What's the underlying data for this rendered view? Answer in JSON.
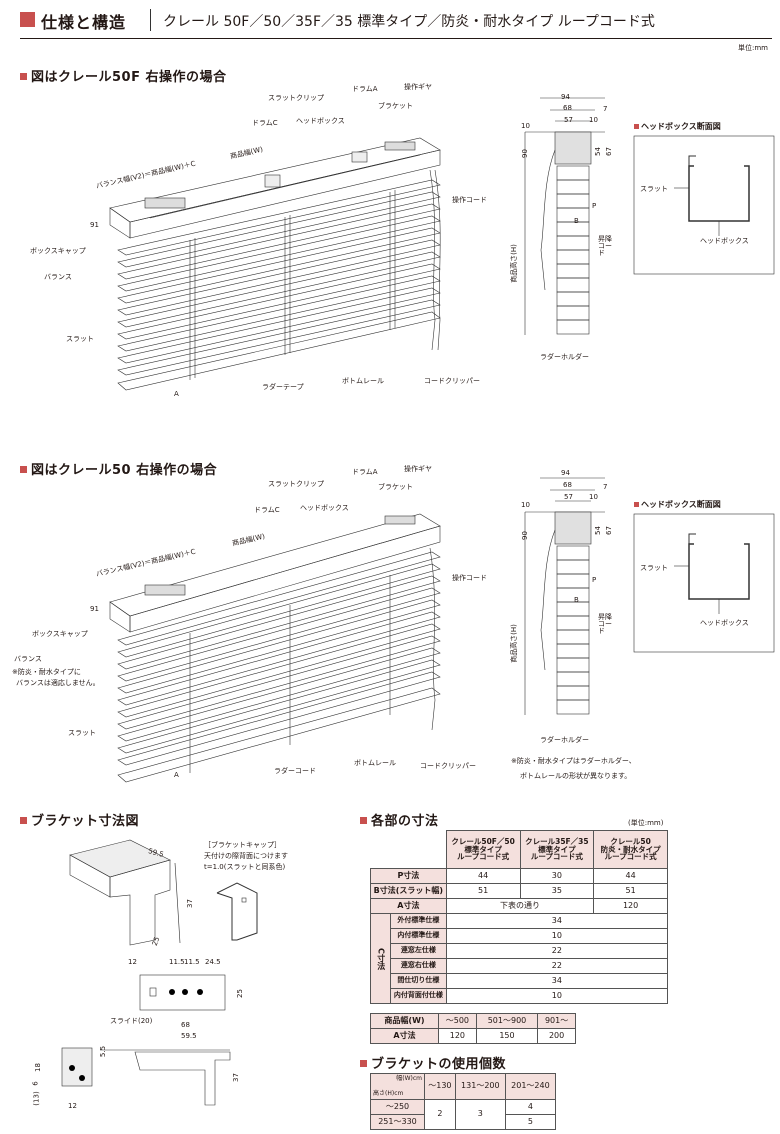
{
  "header": {
    "title": "仕様と構造",
    "subtitle": "クレール 50F／50／35F／35 標準タイプ／防炎・耐水タイプ ループコード式",
    "unit": "単位:mm"
  },
  "diagram1": {
    "title": "図はクレール50F 右操作の場合",
    "labels": {
      "slat_clip": "スラットクリップ",
      "drum_a": "ドラムA",
      "operation_gear": "操作ギヤ",
      "bracket": "ブラケット",
      "drum_c": "ドラムC",
      "headbox": "ヘッドボックス",
      "product_width": "商品幅(W)",
      "valance_width": "バランス幅(V2)＝商品幅(W)＋C",
      "operation_cord": "操作コード",
      "dim_91": "91",
      "box_cap": "ボックスキャップ",
      "valance": "バランス",
      "slat": "スラット",
      "a": "A",
      "ladder_tape": "ラダーテープ",
      "bottom_rail": "ボトムレール",
      "cord_clipper": "コードクリッパー"
    },
    "side": {
      "d94": "94",
      "d68": "68",
      "d57": "57",
      "d10a": "10",
      "d10b": "10",
      "d7": "7",
      "d90": "90",
      "d54": "54",
      "d67": "67",
      "p": "P",
      "b": "B",
      "height": "商品高さ(H)",
      "lift_cord": "昇降コード",
      "ladder_holder": "ラダーホルダー"
    },
    "section": {
      "title": "ヘッドボックス断面図",
      "slat": "スラット",
      "headbox": "ヘッドボックス"
    }
  },
  "diagram2": {
    "title": "図はクレール50 右操作の場合",
    "labels": {
      "slat_clip": "スラットクリップ",
      "drum_a": "ドラムA",
      "operation_gear": "操作ギヤ",
      "bracket": "ブラケット",
      "drum_c": "ドラムC",
      "headbox": "ヘッドボックス",
      "product_width": "商品幅(W)",
      "valance_width": "バランス幅(V2)＝商品幅(W)＋C",
      "operation_cord": "操作コード",
      "dim_91": "91",
      "box_cap": "ボックスキャップ",
      "valance": "バランス",
      "valance_note1": "※防炎・耐水タイプに",
      "valance_note2": "バランスは適応しません。",
      "slat": "スラット",
      "a": "A",
      "ladder_cord": "ラダーコード",
      "bottom_rail": "ボトムレール",
      "cord_clipper": "コードクリッパー"
    },
    "side": {
      "d94": "94",
      "d68": "68",
      "d57": "57",
      "d10a": "10",
      "d10b": "10",
      "d7": "7",
      "d90": "90",
      "d54": "54",
      "d67": "67",
      "p": "P",
      "b": "B",
      "height": "商品高さ(H)",
      "lift_cord": "昇降コード",
      "ladder_holder": "ラダーホルダー",
      "note1": "※防炎・耐水タイプはラダーホルダー、",
      "note2": "ボトムレールの形状が異なります。"
    },
    "section": {
      "title": "ヘッドボックス断面図",
      "slat": "スラット",
      "headbox": "ヘッドボックス"
    }
  },
  "bracket": {
    "title": "ブラケット寸法図",
    "cap_title": "［ブラケットキャップ］",
    "cap_desc1": "天付けの際背面につけます",
    "cap_desc2": "t=1.0(スラットと同系色)",
    "dims": {
      "d59_5": "59.5",
      "d37": "37",
      "d25": "25",
      "d12": "12",
      "d11_5a": "11.5",
      "d11_5b": "11.5",
      "d24_5": "24.5",
      "d25b": "25",
      "slide": "スライド(20)",
      "d68": "68",
      "d59_5b": "59.5",
      "d5_5": "5.5",
      "d37b": "37",
      "d18": "18",
      "d6": "6",
      "d13": "(13)",
      "d12b": "12"
    }
  },
  "dims_table": {
    "title": "各部の寸法",
    "unit": "(単位:mm)",
    "headers": [
      "クレール50F／50\n標準タイプ\nループコード式",
      "クレール35F／35\n標準タイプ\nループコード式",
      "クレール50\n防炎・耐水タイプ\nループコード式"
    ],
    "p_label": "P寸法",
    "p": [
      "44",
      "30",
      "44"
    ],
    "b_label": "B寸法(スラット幅)",
    "b": [
      "51",
      "35",
      "51"
    ],
    "a_label": "A寸法",
    "a_main": "下表の通り",
    "a_third": "120",
    "c_label": "C寸法",
    "c_rows": [
      {
        "label": "外付標準仕様",
        "value": "34"
      },
      {
        "label": "内付標準仕様",
        "value": "10"
      },
      {
        "label": "連窓左仕様",
        "value": "22"
      },
      {
        "label": "連窓右仕様",
        "value": "22"
      },
      {
        "label": "間仕切り仕様",
        "value": "34"
      },
      {
        "label": "内付背面付仕様",
        "value": "10"
      }
    ]
  },
  "a_table": {
    "h0": "商品幅(W)",
    "cols": [
      "～500",
      "501～900",
      "901～"
    ],
    "row_label": "A寸法",
    "vals": [
      "120",
      "150",
      "200"
    ]
  },
  "usage": {
    "title": "ブラケットの使用個数",
    "corner_w": "幅(W)cm",
    "corner_h": "高さ(H)cm",
    "cols": [
      "～130",
      "131～200",
      "201～240"
    ],
    "rows": [
      "～250",
      "251～330"
    ],
    "v1": "2",
    "v2": "3",
    "v3a": "4",
    "v3b": "5"
  }
}
